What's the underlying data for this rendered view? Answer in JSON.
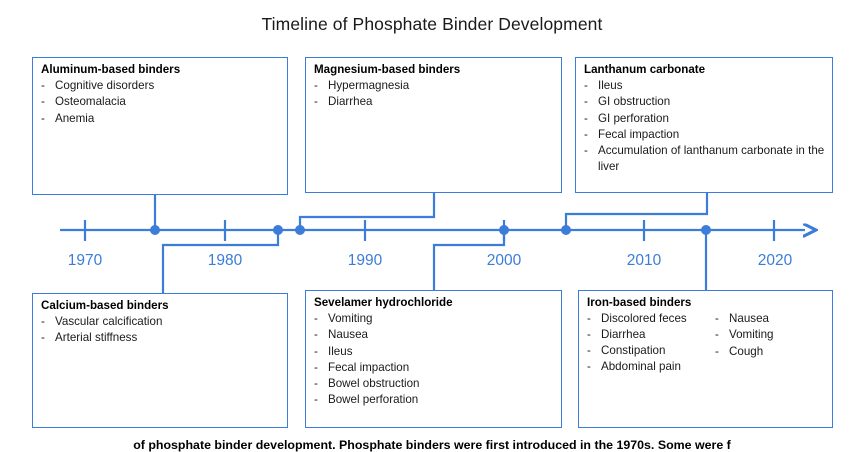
{
  "figure": {
    "title": "Timeline of Phosphate Binder Development",
    "caption": "of phosphate binder development. Phosphate binders were first introduced in the 1970s. Some were f",
    "accent_color": "#3b7dd8",
    "text_color": "#000000",
    "background_color": "#ffffff"
  },
  "axis": {
    "years": [
      "1970",
      "1980",
      "1990",
      "2000",
      "2010",
      "2020"
    ],
    "arrow_direction": "right",
    "start_year_approx": 1967,
    "end_year_approx": 2024
  },
  "boxes": [
    {
      "id": "aluminum",
      "position": "above",
      "title": "Aluminum-based binders",
      "items": [
        "Cognitive disorders",
        "Osteomalacia",
        "Anemia"
      ]
    },
    {
      "id": "magnesium",
      "position": "above",
      "title": "Magnesium-based binders",
      "items": [
        "Hypermagnesia",
        "Diarrhea"
      ]
    },
    {
      "id": "lanthanum",
      "position": "above",
      "title": "Lanthanum carbonate",
      "items": [
        "Ileus",
        "GI obstruction",
        "GI perforation",
        "Fecal impaction",
        "Accumulation of lanthanum carbonate in the liver"
      ]
    },
    {
      "id": "calcium",
      "position": "below",
      "title": "Calcium-based binders",
      "items": [
        "Vascular calcification",
        "Arterial stiffness"
      ]
    },
    {
      "id": "sevelamer",
      "position": "below",
      "title": "Sevelamer hydrochloride",
      "items": [
        "Vomiting",
        "Nausea",
        "Ileus",
        "Fecal impaction",
        "Bowel obstruction",
        "Bowel perforation"
      ]
    },
    {
      "id": "iron",
      "position": "below",
      "title": "Iron-based binders",
      "items_left": [
        "Discolored feces",
        "Diarrhea",
        "Constipation",
        "Abdominal pain"
      ],
      "items_right": [
        "Nausea",
        "Vomiting",
        "Cough"
      ]
    }
  ],
  "chart_data": {
    "type": "timeline",
    "title": "Timeline of Phosphate Binder Development",
    "xlabel": "",
    "ylabel": "",
    "grid": false,
    "axis_ticks": [
      1970,
      1980,
      1990,
      2000,
      2010,
      2020
    ],
    "xlim": [
      1967,
      2024
    ],
    "events": [
      {
        "label": "Aluminum-based binders",
        "year": 1975,
        "side": "above"
      },
      {
        "label": "Calcium-based binders",
        "year": 1984,
        "side": "below"
      },
      {
        "label": "Magnesium-based binders",
        "year": 1987,
        "side": "above"
      },
      {
        "label": "Sevelamer hydrochloride",
        "year": 2001,
        "side": "below"
      },
      {
        "label": "Lanthanum carbonate",
        "year": 2005,
        "side": "above"
      },
      {
        "label": "Iron-based binders",
        "year": 2014,
        "side": "below"
      }
    ]
  }
}
